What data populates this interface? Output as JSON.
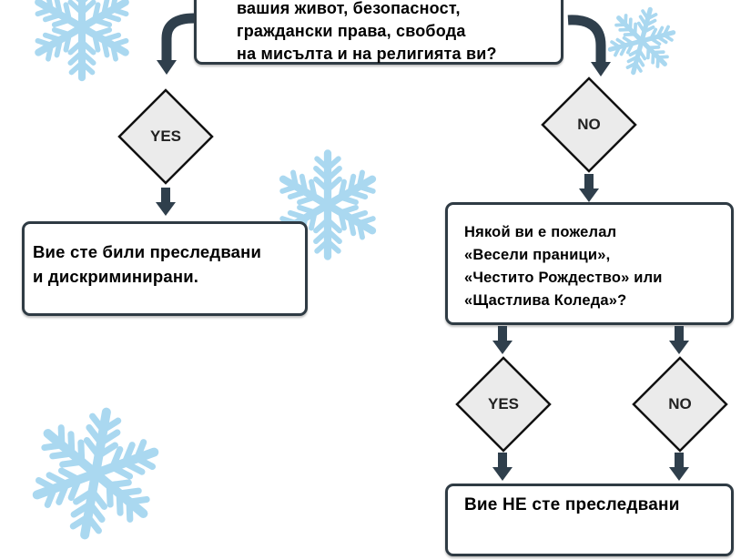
{
  "colors": {
    "snowflake": "#aad8f0",
    "arrow": "#2f3f4c",
    "diamond_fill": "#ebebeb",
    "border": "#2f3b44"
  },
  "top_question": {
    "lines": [
      "вашия живот, безопасност,",
      "граждански права, свобода",
      "на мисълта и на религията ви?"
    ]
  },
  "decision_1": {
    "yes_label": "YES",
    "no_label": "NO"
  },
  "result_yes": {
    "lines": [
      "Вие сте били преследвани",
      "и дискриминирани."
    ]
  },
  "question_2": {
    "lines": [
      "Някой ви е пожелал",
      "«Весели праници»,",
      "«Честито Рождество» или",
      "«Щастлива Коледа»?"
    ]
  },
  "decision_2": {
    "yes_label": "YES",
    "no_label": "NO"
  },
  "result_final": {
    "lines": [
      "Вие НЕ сте преследвани"
    ]
  },
  "decorations": [
    {
      "icon": "snowflake-icon"
    },
    {
      "icon": "snowflake-icon"
    },
    {
      "icon": "snowflake-icon"
    },
    {
      "icon": "snowflake-icon"
    }
  ]
}
